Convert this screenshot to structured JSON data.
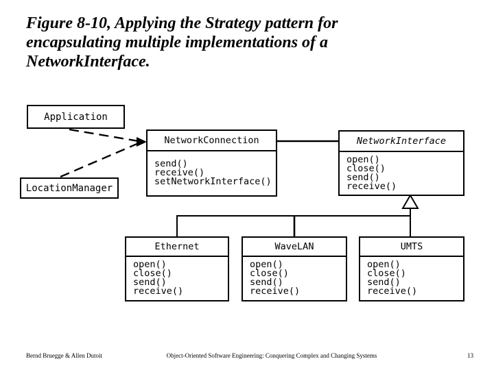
{
  "title": {
    "lines": [
      "Figure 8-10, Applying the Strategy pattern for",
      "encapsulating multiple implementations of a",
      "NetworkInterface."
    ]
  },
  "diagram": {
    "classes": {
      "application": {
        "name": "Application"
      },
      "locationManager": {
        "name": "LocationManager"
      },
      "networkConnection": {
        "name": "NetworkConnection",
        "methods": [
          "send()",
          "receive()",
          "setNetworkInterface()"
        ]
      },
      "networkInterface": {
        "name": "NetworkInterface",
        "abstract": true,
        "methods": [
          "open()",
          "close()",
          "send()",
          "receive()"
        ]
      },
      "ethernet": {
        "name": "Ethernet",
        "methods": [
          "open()",
          "close()",
          "send()",
          "receive()"
        ]
      },
      "waveLan": {
        "name": "WaveLAN",
        "methods": [
          "open()",
          "close()",
          "send()",
          "receive()"
        ]
      },
      "umts": {
        "name": "UMTS",
        "methods": [
          "open()",
          "close()",
          "send()",
          "receive()"
        ]
      }
    },
    "relationships": {
      "dependency_arrowhead": "filled-right-arrowhead",
      "inheritance_marker": "hollow-triangle-up",
      "dependencies": [
        "Application --> NetworkConnection",
        "LocationManager --> NetworkConnection"
      ],
      "association": "NetworkConnection — NetworkInterface",
      "generalizations": [
        "Ethernet -|> NetworkInterface",
        "WaveLAN -|> NetworkInterface",
        "UMTS -|> NetworkInterface"
      ]
    }
  },
  "footer": {
    "authors": "Bernd Bruegge & Allen Dutoit",
    "book": "Object-Oriented Software Engineering: Conquering Complex and Changing Systems",
    "page": "13"
  },
  "colors": {
    "foreground": "#000000",
    "background": "#ffffff"
  }
}
